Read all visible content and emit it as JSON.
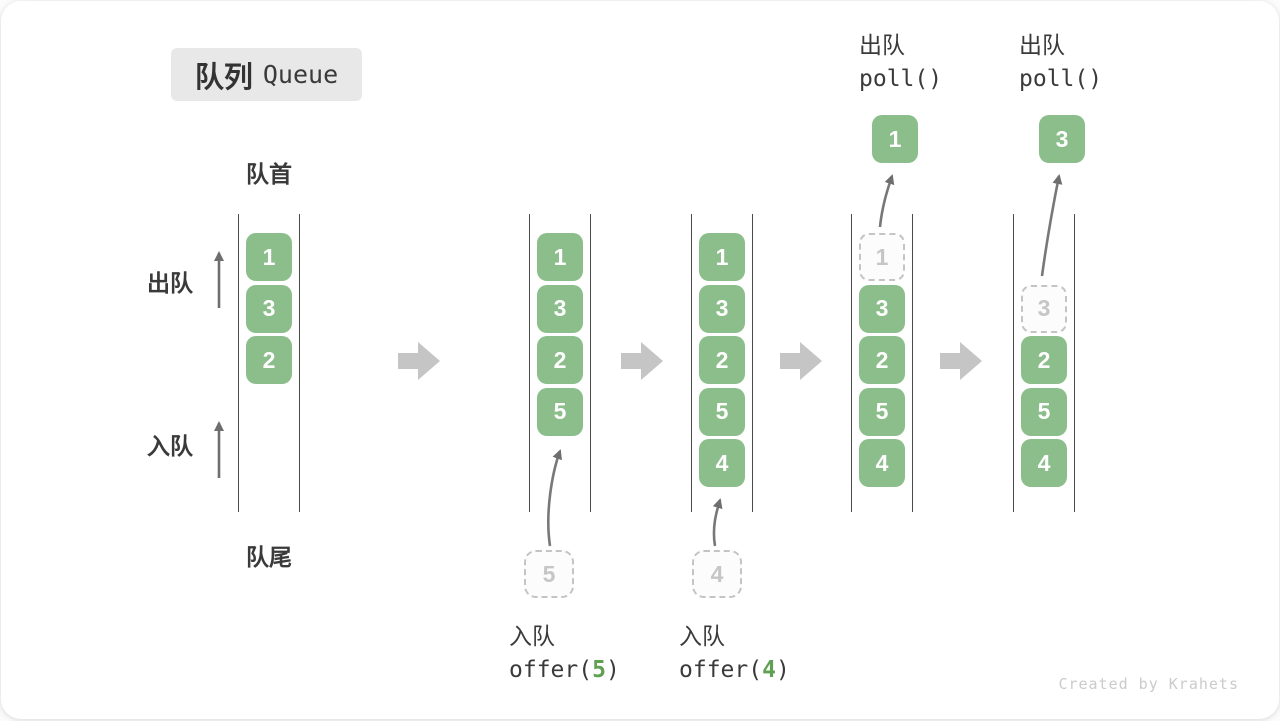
{
  "title": {
    "zh": "队列",
    "en": "Queue"
  },
  "labels": {
    "front": "队首",
    "rear": "队尾",
    "dequeue": "出队",
    "enqueue": "入队"
  },
  "colors": {
    "green": "#8CBE8C",
    "code_green": "#5FA052",
    "block_arrow": "#C5C5C5",
    "dashed": "#C4C4C4",
    "line": "#4A4A4A",
    "text": "#3A3A3A",
    "muted": "#C6C6C6",
    "title_bg": "#E8E8E8"
  },
  "states": [
    {
      "slots": [
        {
          "v": "1",
          "t": "solid"
        },
        {
          "v": "3",
          "t": "solid"
        },
        {
          "v": "2",
          "t": "solid"
        }
      ]
    },
    {
      "slots": [
        {
          "v": "1",
          "t": "solid"
        },
        {
          "v": "3",
          "t": "solid"
        },
        {
          "v": "2",
          "t": "solid"
        },
        {
          "v": "5",
          "t": "solid"
        }
      ],
      "pending": "5"
    },
    {
      "slots": [
        {
          "v": "1",
          "t": "solid"
        },
        {
          "v": "3",
          "t": "solid"
        },
        {
          "v": "2",
          "t": "solid"
        },
        {
          "v": "5",
          "t": "solid"
        },
        {
          "v": "4",
          "t": "solid"
        }
      ],
      "pending": "4"
    },
    {
      "slots": [
        {
          "v": "1",
          "t": "dashed"
        },
        {
          "v": "3",
          "t": "solid"
        },
        {
          "v": "2",
          "t": "solid"
        },
        {
          "v": "5",
          "t": "solid"
        },
        {
          "v": "4",
          "t": "solid"
        }
      ],
      "popped": "1"
    },
    {
      "slots": [
        {
          "v": "",
          "t": "empty"
        },
        {
          "v": "3",
          "t": "dashed"
        },
        {
          "v": "2",
          "t": "solid"
        },
        {
          "v": "5",
          "t": "solid"
        },
        {
          "v": "4",
          "t": "solid"
        }
      ],
      "popped": "3"
    }
  ],
  "ops": {
    "offer5": {
      "label": "入队",
      "pre": "offer(",
      "arg": "5",
      "post": ")"
    },
    "offer4": {
      "label": "入队",
      "pre": "offer(",
      "arg": "4",
      "post": ")"
    },
    "poll1": {
      "label": "出队",
      "code": "poll()"
    },
    "poll2": {
      "label": "出队",
      "code": "poll()"
    }
  },
  "watermark": "Created by Krahets"
}
